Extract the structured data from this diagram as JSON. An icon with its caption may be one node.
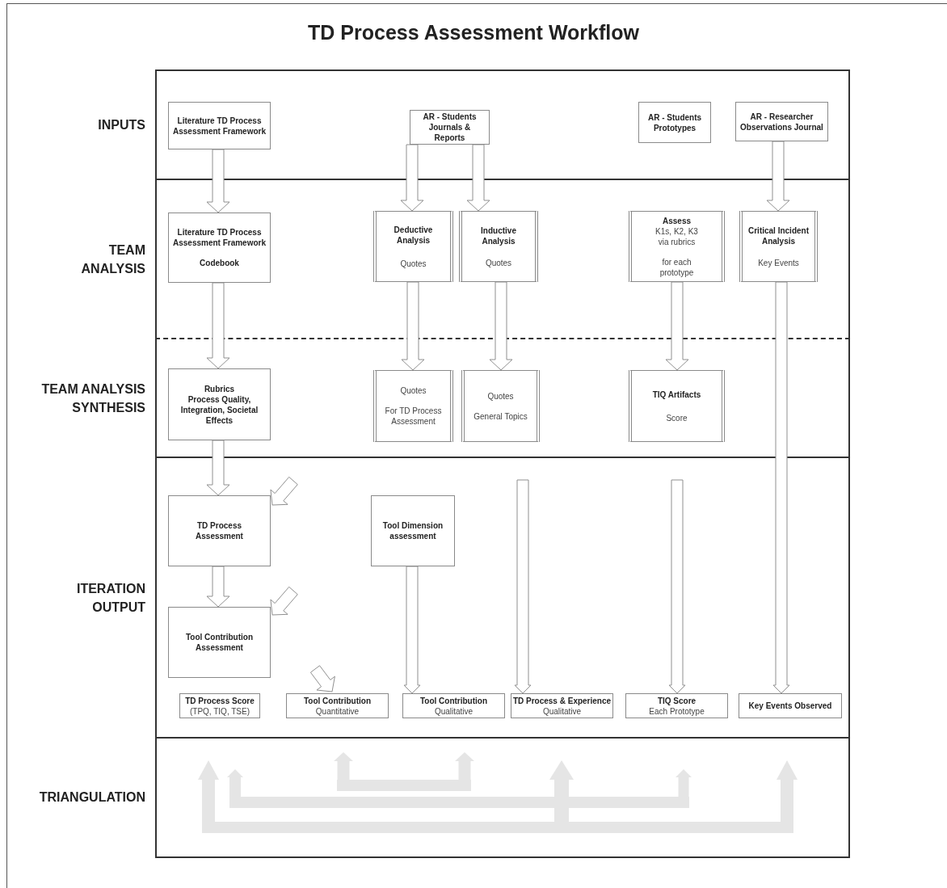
{
  "diagram": {
    "title": "TD Process Assessment Workflow",
    "nodes": [
      {
        "text": [
          "INPUTS"
        ]
      },
      {
        "text": [
          "Literature TD Process Assessment Framework"
        ],
        "in": 0
      },
      {
        "text": [
          "AR - Students Journals & Reports"
        ],
        "in": 0
      },
      {
        "text": [
          "AR - Students Prototypes"
        ],
        "in": 0
      },
      {
        "text": [
          "AR - Researcher Observations Journal"
        ],
        "in": 0
      },
      {
        "text": [
          "TEAM ANALYSIS"
        ]
      },
      {
        "text": [
          "Literature TD Process Assessment Framework",
          "Codebook"
        ],
        "in": 5
      },
      {
        "text": [
          "Deductive Analysis",
          "Quotes"
        ],
        "in": 5
      },
      {
        "text": [
          "Inductive Analysis",
          "Quotes"
        ],
        "in": 5
      },
      {
        "text": [
          "Assess",
          "K1s, K2, K3 via rubrics",
          "for each prototype"
        ],
        "in": 5
      },
      {
        "text": [
          "Critical Incident Analysis",
          "Key Events"
        ],
        "in": 5
      },
      {
        "text": [
          "TEAM ANALYSIS SYNTHESIS"
        ]
      },
      {
        "text": [
          "Rubrics",
          "Process Quality, Integration, Societal Effects"
        ],
        "in": 11
      },
      {
        "text": [
          "Quotes",
          "For TD Process Assessment"
        ],
        "in": 11
      },
      {
        "text": [
          "Quotes",
          "General Topics"
        ],
        "in": 11
      },
      {
        "text": [
          "TIQ Artifacts",
          "Score"
        ],
        "in": 11
      },
      {
        "text": [
          "ITERATION OUTPUT"
        ]
      },
      {
        "text": [
          "TD Process Assessment"
        ],
        "in": 16
      },
      {
        "text": [
          "Tool Dimension assessment"
        ],
        "in": 16
      },
      {
        "text": [
          "Tool Contribution Assessment"
        ],
        "in": 16
      },
      {
        "text": [
          "TD Process Score",
          "(TPQ, TIQ, TSE)"
        ],
        "in": 16
      },
      {
        "text": [
          "Tool Contribution",
          "Quantitative"
        ],
        "in": 16
      },
      {
        "text": [
          "Tool Contribution",
          "Qualitative"
        ],
        "in": 16
      },
      {
        "text": [
          "TD Process & Experience",
          "Qualitative"
        ],
        "in": 16
      },
      {
        "text": [
          "TIQ Score",
          "Each Prototype"
        ],
        "in": 16
      },
      {
        "text": [
          "Key Events Observed"
        ],
        "in": 16
      },
      {
        "text": [
          "TRIANGULATION"
        ]
      }
    ],
    "edges": [
      {
        "from": 1,
        "to": 6,
        "arrow": "to"
      },
      {
        "from": 2,
        "to": 7,
        "arrow": "to"
      },
      {
        "from": 2,
        "to": 8,
        "arrow": "to"
      },
      {
        "from": 4,
        "to": 10,
        "arrow": "to"
      },
      {
        "from": 6,
        "to": 12,
        "arrow": "to"
      },
      {
        "from": 7,
        "to": 13,
        "arrow": "to"
      },
      {
        "from": 8,
        "to": 14,
        "arrow": "to"
      },
      {
        "from": 9,
        "to": 15,
        "arrow": "to"
      },
      {
        "from": 10,
        "to": 25,
        "arrow": "to"
      },
      {
        "from": 12,
        "to": 17,
        "arrow": "to"
      },
      {
        "from": 17,
        "to": 19,
        "arrow": "to"
      },
      {
        "from": null,
        "to": 17,
        "arrow": "to"
      },
      {
        "from": null,
        "to": 19,
        "arrow": "to"
      },
      {
        "from": null,
        "to": 21,
        "arrow": "to"
      },
      {
        "from": 18,
        "to": 22,
        "arrow": "to"
      },
      {
        "from": null,
        "to": 23,
        "arrow": "to"
      },
      {
        "from": null,
        "to": 24,
        "arrow": "to"
      }
    ]
  }
}
